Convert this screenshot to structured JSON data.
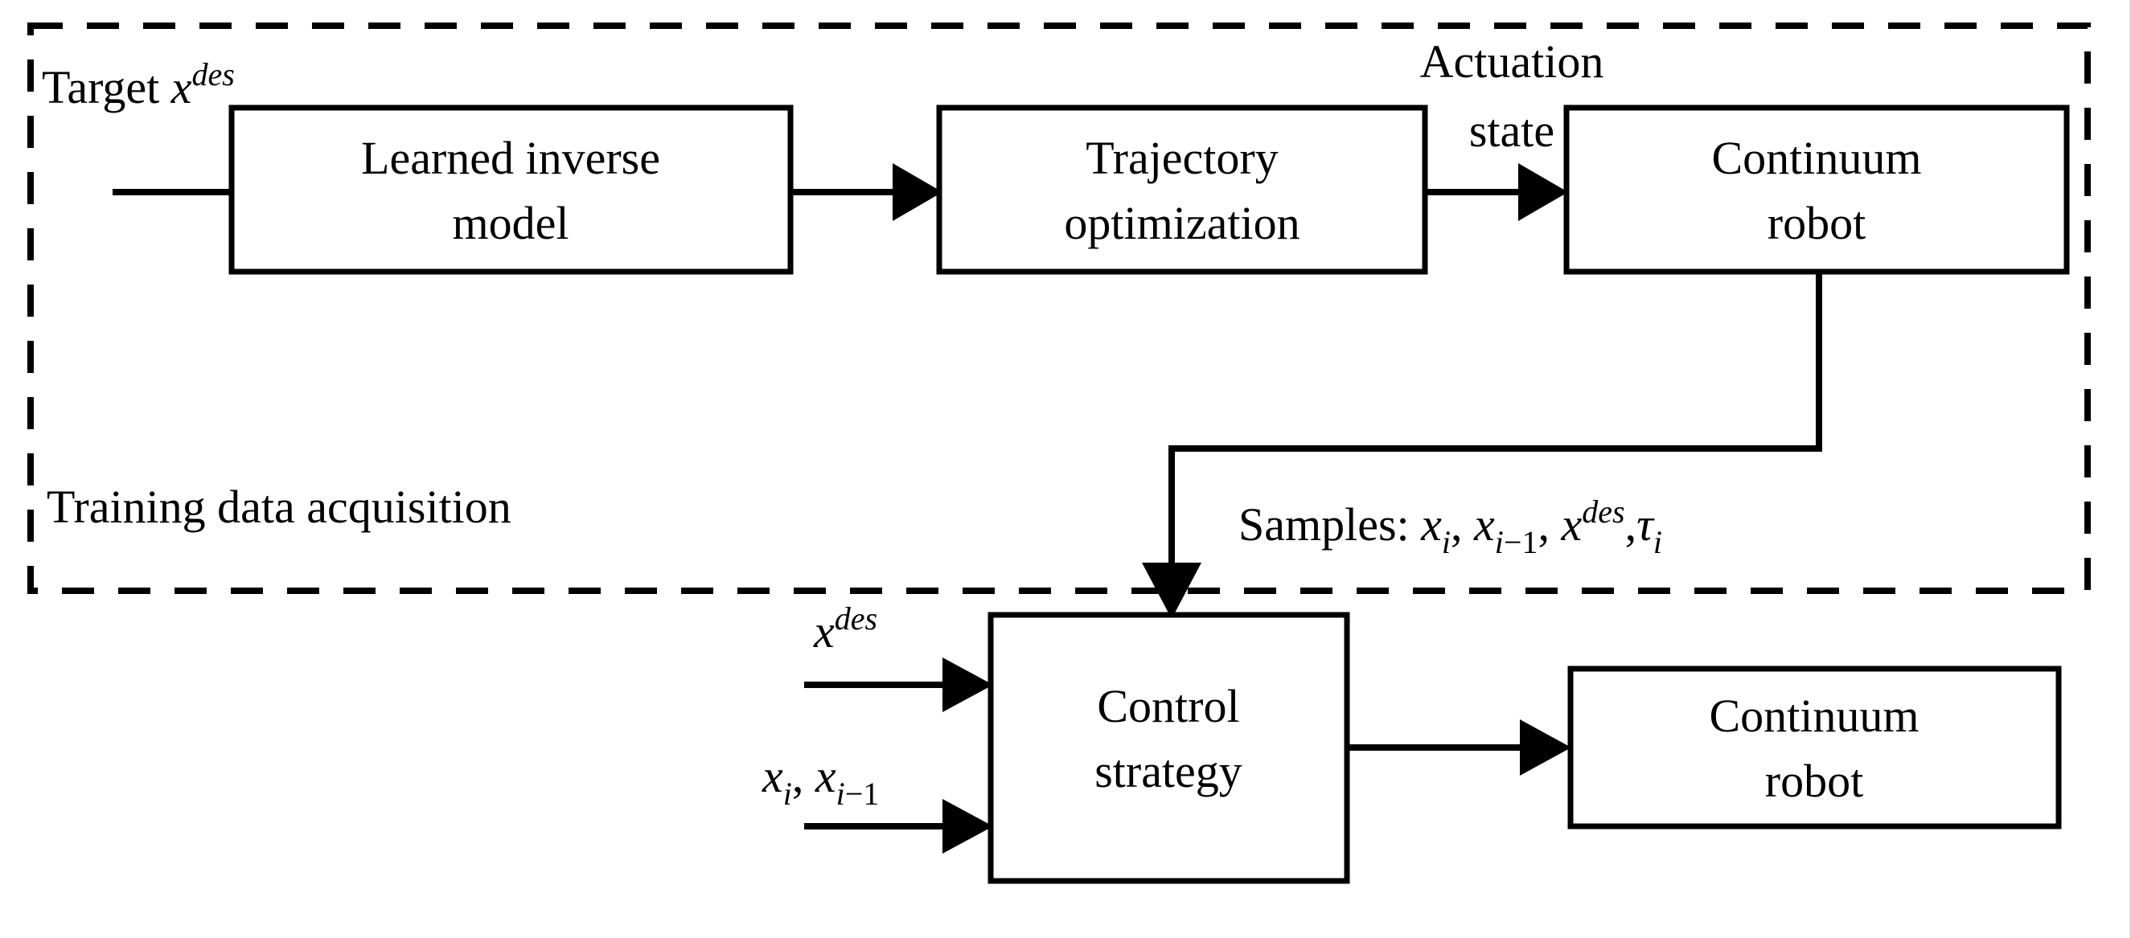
{
  "diagram": {
    "title_region": {
      "label": "Training data acquisition"
    },
    "boxes": {
      "learned_inverse_model": {
        "line1": "Learned inverse",
        "line2": "model"
      },
      "trajectory_optimization": {
        "line1": "Trajectory",
        "line2": "optimization"
      },
      "continuum_robot_top": {
        "line1": "Continuum",
        "line2": "robot"
      },
      "control_strategy": {
        "line1": "Control",
        "line2": "strategy"
      },
      "continuum_robot_bottom": {
        "line1": "Continuum",
        "line2": "robot"
      }
    },
    "labels": {
      "target_input": {
        "text": "Target ",
        "var": "x",
        "sup": "des"
      },
      "actuation_state": {
        "line1": "Actuation",
        "line2": "state"
      },
      "samples": {
        "prefix": "Samples: ",
        "x1_var": "x",
        "x1_sub": "i",
        "sep1": ", ",
        "x2_var": "x",
        "x2_sub": "i",
        "x2_sub_rest": "−1",
        "sep2": ", ",
        "x3_var": "x",
        "x3_sup": "des",
        "sep3": ",",
        "tau_var": "τ",
        "tau_sub": "i"
      },
      "xdes_input": {
        "var": "x",
        "sup": "des"
      },
      "xi_input": {
        "x1_var": "x",
        "x1_sub": "i",
        "sep": ", ",
        "x2_var": "x",
        "x2_sub": "i",
        "x2_sub_rest": "−1"
      }
    },
    "colors": {
      "stroke": "#000000",
      "background": "#ffffff"
    }
  }
}
